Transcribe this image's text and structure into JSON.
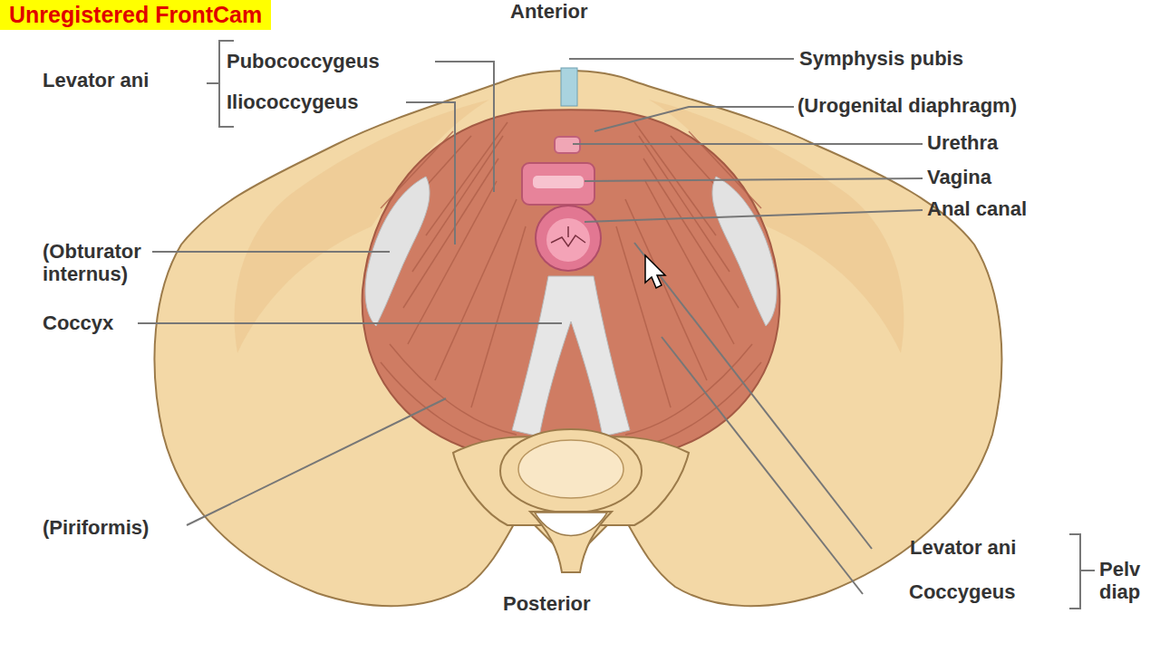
{
  "diagram": {
    "labels": [
      "Unregistered FrontCam",
      "Anterior",
      "Levator ani",
      "Pubococcygeus",
      "Iliococcygeus",
      "Symphysis pubis",
      "(Urogenital diaphragm)",
      "Urethra",
      "Vagina",
      "Anal canal",
      "(Obturator internus)",
      "Coccyx",
      "(Piriformis)",
      "Posterior",
      "Levator ani",
      "Coccygeus",
      "Pelv diap"
    ]
  }
}
